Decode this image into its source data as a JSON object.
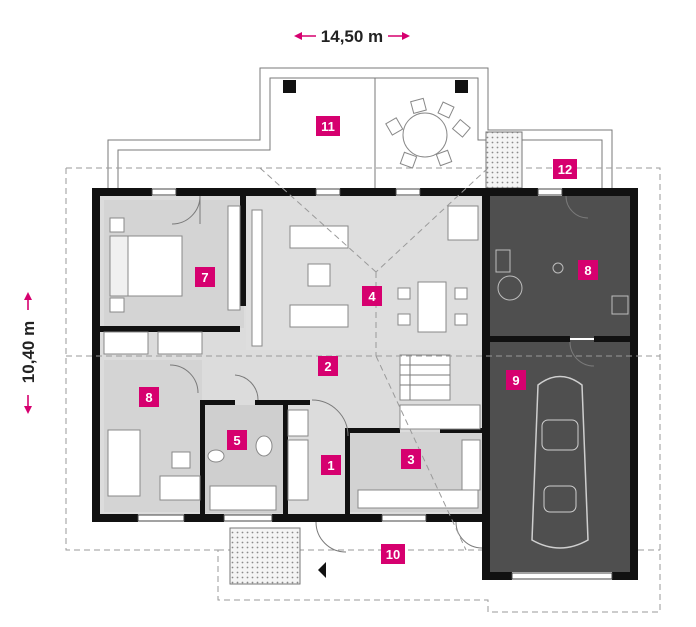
{
  "dimensions": {
    "width_label": "14,50 m",
    "depth_label": "10,40 m"
  },
  "rooms": [
    {
      "number": "1"
    },
    {
      "number": "2"
    },
    {
      "number": "3"
    },
    {
      "number": "4"
    },
    {
      "number": "5"
    },
    {
      "number": "7"
    },
    {
      "number": "8"
    },
    {
      "number": "8"
    },
    {
      "number": "9"
    },
    {
      "number": "10"
    },
    {
      "number": "11"
    },
    {
      "number": "12"
    }
  ],
  "colors": {
    "accent": "#d6006f",
    "room_floor": "#d9d9d9",
    "garage_floor": "#4f4f4f",
    "wall": "#111111"
  }
}
